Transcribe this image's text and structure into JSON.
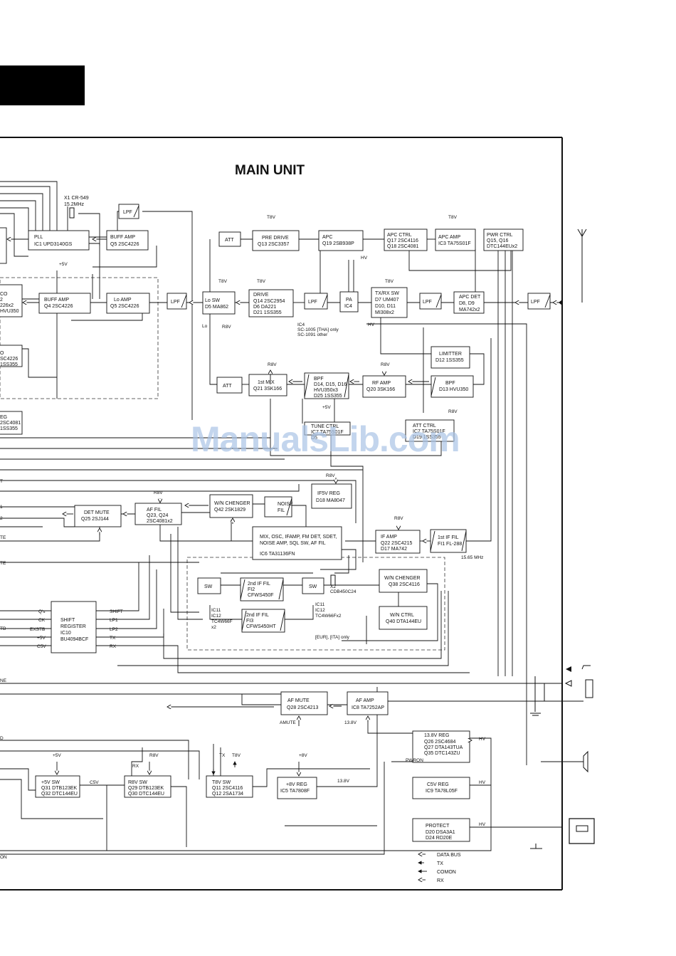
{
  "title": "MAIN UNIT",
  "watermark": "ManualsLib.com",
  "crystal": [
    "X1 CR-549",
    "15.2MHz"
  ],
  "blocks": {
    "pll": [
      "PLL",
      "IC1 UPD3140GS"
    ],
    "buff_amp_top": [
      "BUFF AMP",
      "Q5 2SC4226"
    ],
    "buff_amp": [
      "BUFF AMP",
      "Q4 2SC4226"
    ],
    "lo_amp": [
      "Lo AMP",
      "Q5 2SC4226"
    ],
    "lo_sw": [
      "Lo SW",
      "D5 MA862"
    ],
    "att_top": [
      "ATT"
    ],
    "pre_drive": [
      "PRE DRIVE",
      "Q13 2SC3357"
    ],
    "drive": [
      "DRIVE",
      "Q14 2SC2954",
      "D6 DA221",
      "D21 1SS355"
    ],
    "pa": [
      "PA",
      "IC4"
    ],
    "apc": [
      "APC",
      "Q19 2SB938P"
    ],
    "apc_ctrl": [
      "APC CTRL",
      "Q17 2SC4116",
      "Q18 2SC4081"
    ],
    "apc_amp": [
      "APC AMP",
      "IC3 TA75S01F"
    ],
    "pwr_ctrl": [
      "PWR CTRL",
      "Q15, Q16",
      "DTC144EUx2"
    ],
    "txrx_sw": [
      "TX/RX SW",
      "D7 UM407",
      "D10, D11",
      "MI308x2"
    ],
    "apc_det": [
      "APC DET",
      "D8, D9",
      "MA742x2"
    ],
    "limiter": [
      "LIMITTER",
      "D12 1SS355"
    ],
    "bpf_d13": [
      "BPF",
      "D13 HVU350"
    ],
    "att_bottom": [
      "ATT"
    ],
    "first_mix": [
      "1st MIX",
      "Q21 3SK166"
    ],
    "bpf_d14": [
      "BPF",
      "D14, D15, D16",
      "HVU350x3",
      "D25 1SS355"
    ],
    "rf_amp": [
      "RF AMP",
      "Q20 3SK166"
    ],
    "tune_ctrl": [
      "TUNE CTRL",
      "IC7 TA75S01F",
      "D5 "
    ],
    "att_ctrl": [
      "ATT CTRL",
      "IC7 TA75S01F",
      "D19 1SS355"
    ],
    "if5v_reg": [
      "IF5V REG",
      "D18 MA8047"
    ],
    "det_mute": [
      "DET MUTE",
      "Q25 2SJ144"
    ],
    "af_fil": [
      "AF FIL",
      "Q23, Q24",
      "2SC4081x2"
    ],
    "wn_chenger_top": [
      "W/N CHENGER",
      "Q42 2SK1829"
    ],
    "noise_fil": [
      "NOISE",
      "FIL"
    ],
    "ic6": [
      "MIX, OSC, IFAMP, FM DET, SDET,",
      "NOISE AMP, SQL SW, AF FIL",
      "IC6 TA31136FN"
    ],
    "if_amp": [
      "IF AMP",
      "Q22 2SC4215",
      "D17 MA742"
    ],
    "first_if_fil": [
      "1st IF FIL",
      "FI1 FL-288"
    ],
    "sw_left": [
      "SW"
    ],
    "second_if_fil_2": [
      "2nd IF FIL",
      "FI2",
      "CFWS450F"
    ],
    "sw_right": [
      "SW"
    ],
    "second_if_fil_3": [
      "2nd IF FIL",
      "FI3",
      "CFWS450HT"
    ],
    "wn_chenger_right": [
      "W/N CHENGER",
      "Q38 2SC4116"
    ],
    "wn_ctrl": [
      "W/N CTRL",
      "Q40 DTA144EU"
    ],
    "shift_register": [
      "SHIFT",
      "REGISTER",
      "IC10",
      "BU4094BCF"
    ],
    "af_mute": [
      "AF MUTE",
      "Q28 2SC4213"
    ],
    "af_amp": [
      "AF AMP",
      "IC8 TA7252AP"
    ],
    "reg_138": [
      "13.8V REG",
      "Q26 2SC4684",
      "Q27 DTA143TUA",
      "Q35 DTC143ZU"
    ],
    "c5v_reg": [
      "C5V REG",
      "IC9 TA78L05F"
    ],
    "protect": [
      "PROTECT",
      "D20 DSA3A1",
      "D24 RD20E"
    ],
    "p5v_sw": [
      "+5V SW",
      "Q31 DTB123EK",
      "Q32 DTC144EU"
    ],
    "r8v_sw": [
      "R8V SW",
      "Q29 DTB123EK",
      "Q30 DTC144EU"
    ],
    "t8v_sw": [
      "T8V SW",
      "Q11 2SC4116",
      "Q12 2SA1734"
    ],
    "p8v_reg": [
      "+8V REG",
      "IC5 TA7808F"
    ],
    "left_partial_1": [
      "CO",
      "2",
      "226x2",
      "HVU350"
    ],
    "left_partial_2": [
      "O",
      "SC4226",
      "1SS355"
    ],
    "left_partial_3": [
      "EG",
      "2SC4081",
      "1SS355"
    ]
  },
  "labels": {
    "t8v_1": "T8V",
    "t8v_2": "T8V",
    "t8v_3": "T8V",
    "t8v_4": "T8V",
    "r8v_1": "R8V",
    "r8v_2": "R8V",
    "r8v_3": "R8V",
    "r8v_4": "R8V",
    "r8v_5": "R8V",
    "r8v_6": "R8V",
    "r8v_7": "R8V",
    "p5v_1": "+5V",
    "p5v_2": "+5V",
    "p5v_3": "+5V",
    "p8v": "+8V",
    "hv_1": "HV",
    "hv_2": "HV",
    "hv_3": "HV",
    "hv_4": "HV",
    "hv_5": "HV",
    "lo": "Lo",
    "ic4_note": [
      "IC4",
      "SC-1005 [THA] only",
      "SC-1091 other"
    ],
    "freq_1565": "15.65 MHz",
    "x2": [
      "X2",
      "CDB450C24"
    ],
    "ic11_a": [
      "IC11",
      "IC12",
      "TC4W66F",
      "x2"
    ],
    "ic11_b": [
      "IC11",
      "IC12",
      "TC4W66Fx2"
    ],
    "eur_ita": "[EUR], [ITA] only",
    "sr_in": [
      "Q's",
      "CK",
      "EXSTB",
      "+5V",
      "C5V"
    ],
    "sr_out": [
      "SHIFT",
      "LP1",
      "LP2",
      "TX",
      "RX"
    ],
    "amute": "AMUTE",
    "v138_1": "13.8V",
    "v138_2": "13.8V",
    "pwron": "PWRON",
    "c5v": "C5V",
    "rx": "RX",
    "tx": "TX",
    "edge": [
      "T",
      "1",
      "2",
      "TE",
      "TE",
      "TB",
      "NE",
      "D",
      "ON"
    ]
  },
  "legend": [
    {
      "symbol": "hollow-arrow",
      "label": "DATA BUS"
    },
    {
      "symbol": "solid-arrow",
      "label": "TX"
    },
    {
      "symbol": "arrow-line",
      "label": "COMON"
    },
    {
      "symbol": "open-arrow",
      "label": "RX"
    }
  ]
}
